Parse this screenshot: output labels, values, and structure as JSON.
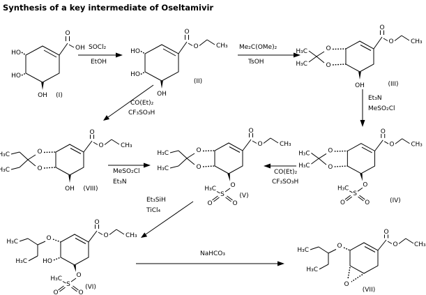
{
  "title": "Synthesis of a key intermediate of Oseltamivir",
  "reagents": {
    "step1": {
      "line1": "SOCl₂",
      "line2": "EtOH",
      "from": "I",
      "to": "II"
    },
    "step2": {
      "line1": "Me₂C(OMe)₂",
      "line2": "TsOH",
      "from": "II",
      "to": "III"
    },
    "step3": {
      "line1": "Et₃N",
      "line2": "MeSO₂Cl",
      "from": "III",
      "to": "IV"
    },
    "step4": {
      "line1": "CO(Et)₂",
      "line2": "CF₃SO₃H",
      "from": "II",
      "to": "VIII"
    },
    "step5": {
      "line1": "MeSO₂Cl",
      "line2": "Et₃N",
      "from": "VIII",
      "to": "V"
    },
    "step6": {
      "line1": "CO(Et)₂",
      "line2": "CF₃SO₃H",
      "from": "IV",
      "to": "V"
    },
    "step7": {
      "line1": "Et₃SiH",
      "line2": "TiCl₄",
      "from": "V",
      "to": "VI"
    },
    "step8": {
      "line1": "NaHCO₃",
      "from": "VI",
      "to": "VII"
    }
  },
  "compounds": {
    "I": {
      "label": "(I)",
      "atoms": {
        "ho_top": "HO",
        "ho_bottom": "HO",
        "oh_bottom": "OH",
        "carbonyl_o": "O",
        "acid_oh": "OH"
      }
    },
    "II": {
      "label": "(II)",
      "atoms": {
        "ho_top": "HO",
        "ho_bottom": "HO",
        "oh_bottom": "OH",
        "carbonyl_o": "O",
        "ester_o": "O",
        "ester_ch3": "CH₃"
      }
    },
    "III": {
      "label": "(III)",
      "atoms": {
        "me_top": "H₃C",
        "me_bottom": "H₃C",
        "dioxolane_o_top": "O",
        "dioxolane_o_bottom": "O",
        "oh_bottom": "OH",
        "carbonyl_o": "O",
        "ester_o": "O",
        "ester_ch3": "CH₃"
      }
    },
    "IV": {
      "label": "(IV)",
      "atoms": {
        "me_top": "H₃C",
        "me_bottom": "H₃C",
        "dioxolane_o_top": "O",
        "dioxolane_o_bottom": "O",
        "carbonyl_o": "O",
        "ester_o": "O",
        "ester_ch3": "CH₃",
        "mesyl_o_link": "O",
        "mesyl_s": "S",
        "mesyl_me": "H₃C",
        "mesyl_o_left": "O",
        "mesyl_o_right": "O"
      }
    },
    "V": {
      "label": "(V)",
      "atoms": {
        "et_top": "H₃C",
        "et_bottom": "H₃C",
        "dioxolane_o_top": "O",
        "dioxolane_o_bottom": "O",
        "carbonyl_o": "O",
        "ester_o": "O",
        "ester_ch3": "CH₃",
        "mesyl_o_link": "O",
        "mesyl_s": "S",
        "mesyl_me": "H₃C",
        "mesyl_o_left": "O",
        "mesyl_o_right": "O"
      }
    },
    "VIII": {
      "label": "(VIII)",
      "atoms": {
        "et_top": "H₃C",
        "et_bottom": "H₃C",
        "dioxolane_o_top": "O",
        "dioxolane_o_bottom": "O",
        "oh_bottom": "OH",
        "carbonyl_o": "O",
        "ester_o": "O",
        "ester_ch3": "CH₃"
      }
    },
    "VI": {
      "label": "(VI)",
      "atoms": {
        "pentyl_me_top": "H₃C",
        "pentyl_me_bottom": "H₃C",
        "ether_o": "O",
        "ho": "HO",
        "carbonyl_o": "O",
        "ester_o": "O",
        "ester_ch3": "CH₃",
        "mesyl_o_link": "O",
        "mesyl_s": "S",
        "mesyl_me": "H₃C",
        "mesyl_o_left": "O",
        "mesyl_o_right": "O"
      }
    },
    "VII": {
      "label": "(VII)",
      "atoms": {
        "pentyl_me_top": "H₃C",
        "pentyl_me_bottom": "H₃C",
        "ether_o": "O",
        "epoxide_o": "O",
        "carbonyl_o": "O",
        "ester_o": "O",
        "ester_ch3": "CH₃"
      }
    }
  }
}
